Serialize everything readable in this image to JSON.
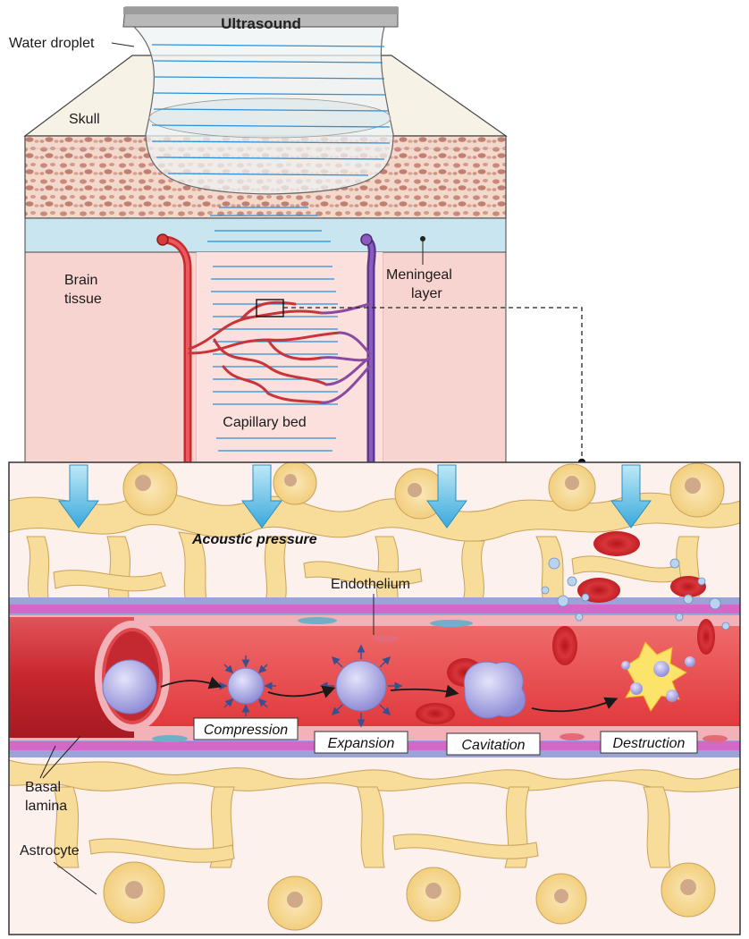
{
  "top": {
    "ultrasound": "Ultrasound",
    "water_droplet": "Water droplet",
    "skull": "Skull",
    "brain_tissue_line1": "Brain",
    "brain_tissue_line2": "tissue",
    "meningeal_line1": "Meningeal",
    "meningeal_line2": "layer",
    "capillary_bed": "Capillary bed"
  },
  "detail": {
    "acoustic_pressure": "Acoustic pressure",
    "endothelium": "Endothelium",
    "stages": [
      "Compression",
      "Expansion",
      "Cavitation",
      "Destruction"
    ],
    "basal_lamina_line1": "Basal",
    "basal_lamina_line2": "lamina",
    "astrocyte": "Astrocyte"
  },
  "colors": {
    "skull_bone": "#f0cdbf",
    "meninges": "#c9e6f0",
    "brain": "#f8d4d0",
    "artery": "#d83a3a",
    "vein": "#7b4aa8",
    "wave": "#2a8fd8",
    "astrocyte": "#f7dc9a",
    "basal_lamina": "#d567c9",
    "bubble": "#b9b8ea"
  }
}
